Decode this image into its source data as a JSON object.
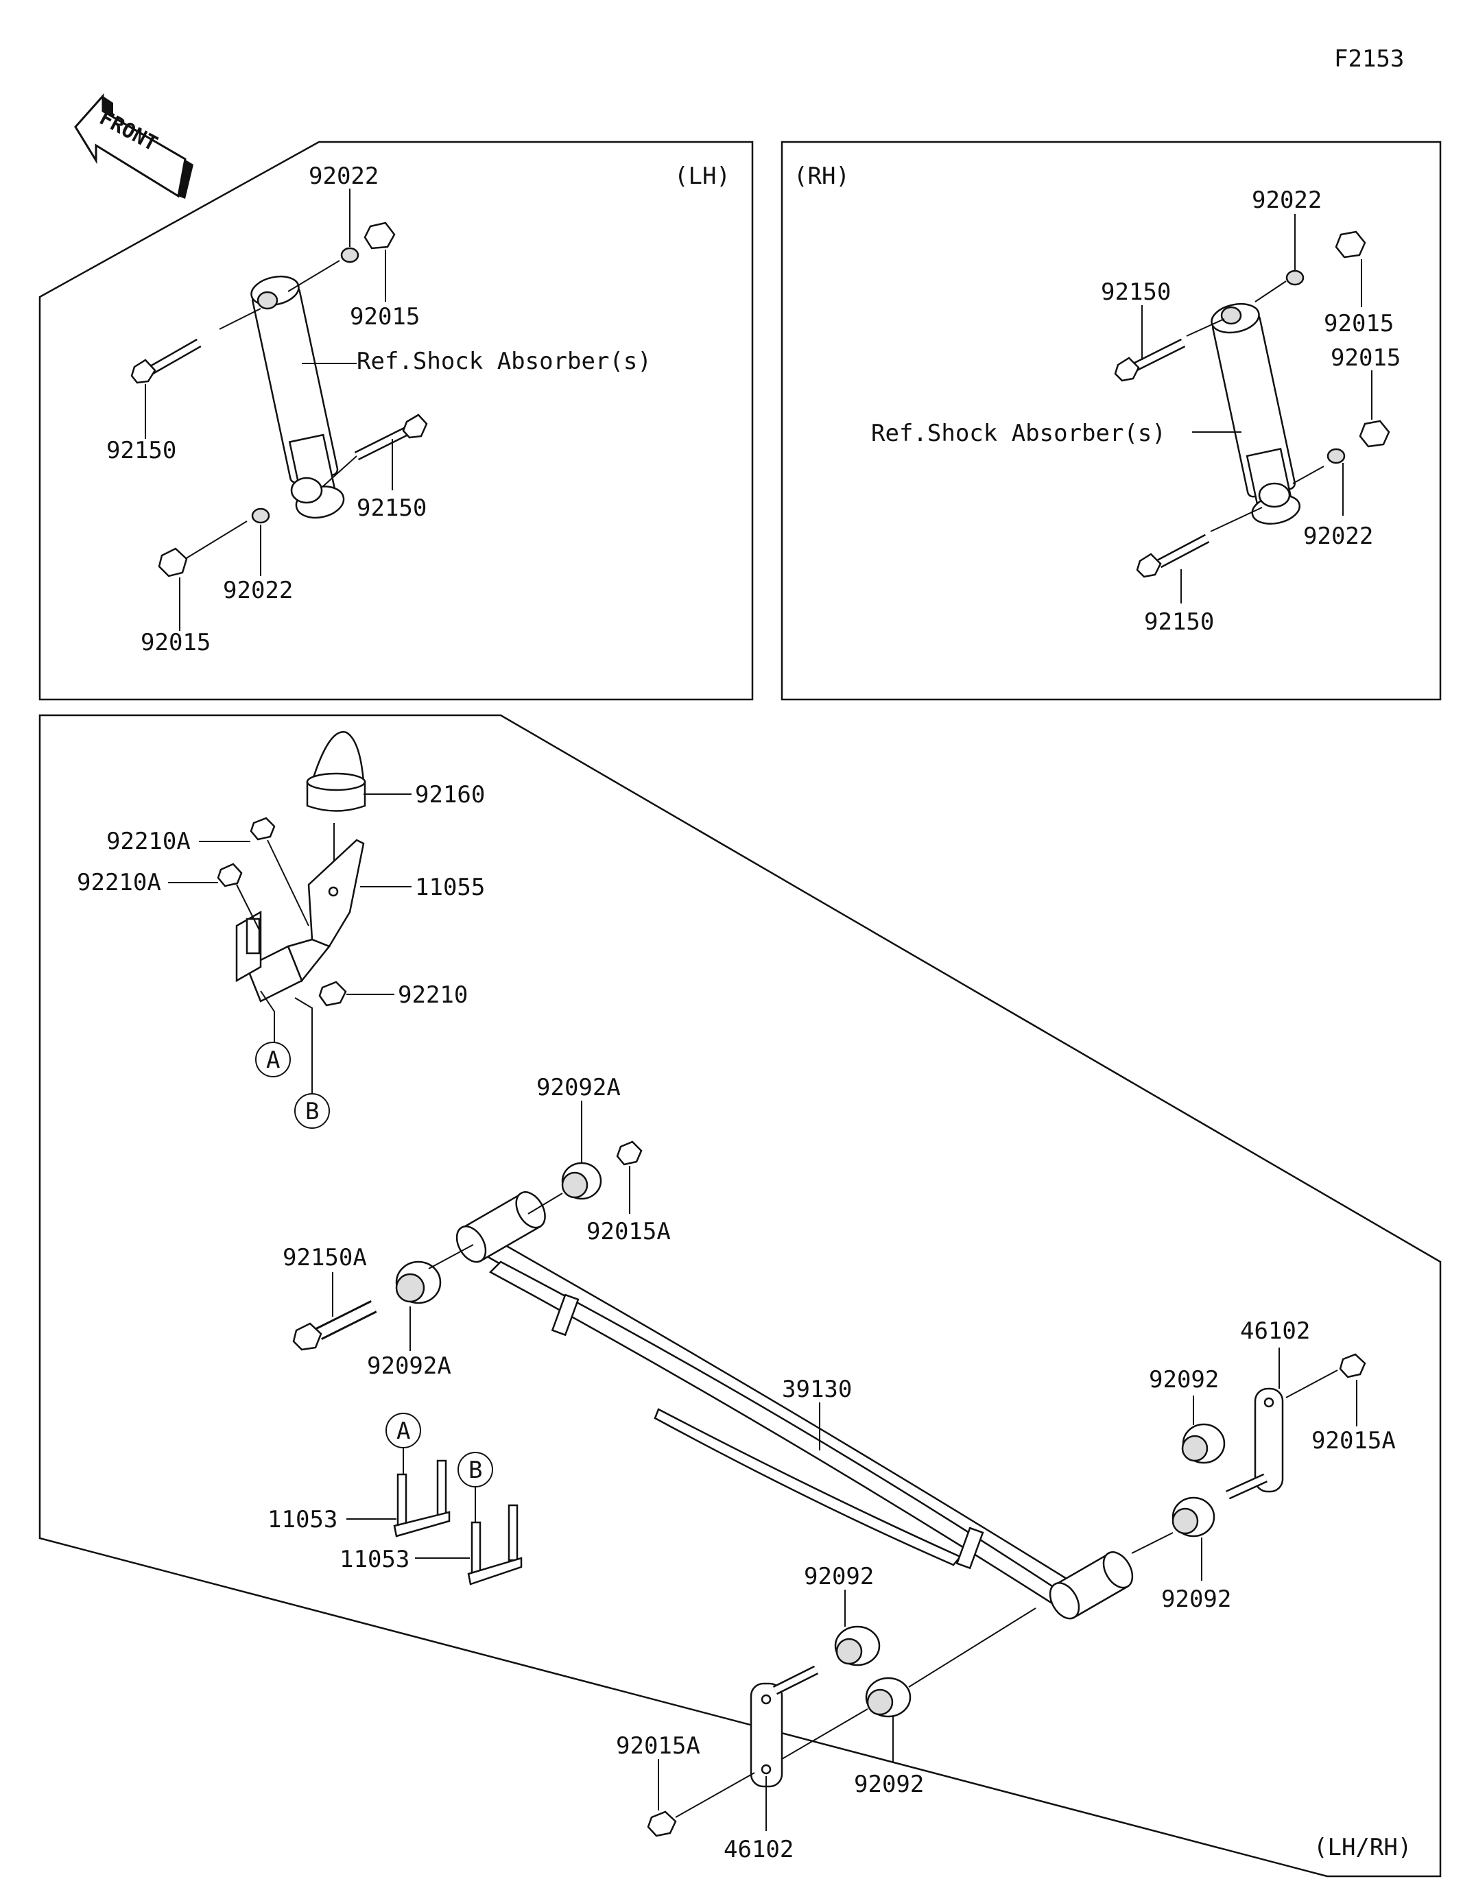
{
  "figure_code": "F2153",
  "front_arrow_label": "FRONT",
  "panels": {
    "lh": {
      "side": "(LH)",
      "ref_label": "Ref.Shock Absorber(s)",
      "parts": {
        "washer_top": "92022",
        "nut_top": "92015",
        "bolt_top": "92150",
        "bolt_bottom": "92150",
        "washer_bottom": "92022",
        "nut_bottom": "92015"
      }
    },
    "rh": {
      "side": "(RH)",
      "ref_label": "Ref.Shock Absorber(s)",
      "parts": {
        "washer_top": "92022",
        "bolt_top": "92150",
        "nut_top": "92015",
        "nut_mid": "92015",
        "washer_bottom": "92022",
        "bolt_bottom": "92150"
      }
    },
    "spring": {
      "side": "(LH/RH)",
      "parts": {
        "bump_stop": "92160",
        "nut_a1": "92210A",
        "nut_a2": "92210A",
        "bracket": "11055",
        "nut_bracket": "92210",
        "callout_a": "A",
        "callout_b": "B",
        "bushing_top": "92092A",
        "nut_eye": "92015A",
        "bolt_eye": "92150A",
        "bushing_eye": "92092A",
        "leaf_spring": "39130",
        "ubolt_a_callout": "A",
        "ubolt_b_callout": "B",
        "ubolt_a": "11053",
        "ubolt_b": "11053",
        "bush_r1": "92092",
        "shackle_r": "46102",
        "nut_r": "92015A",
        "bush_r2": "92092",
        "bush_l1": "92092",
        "nut_l": "92015A",
        "bush_l2": "92092",
        "shackle_l": "46102"
      }
    }
  }
}
